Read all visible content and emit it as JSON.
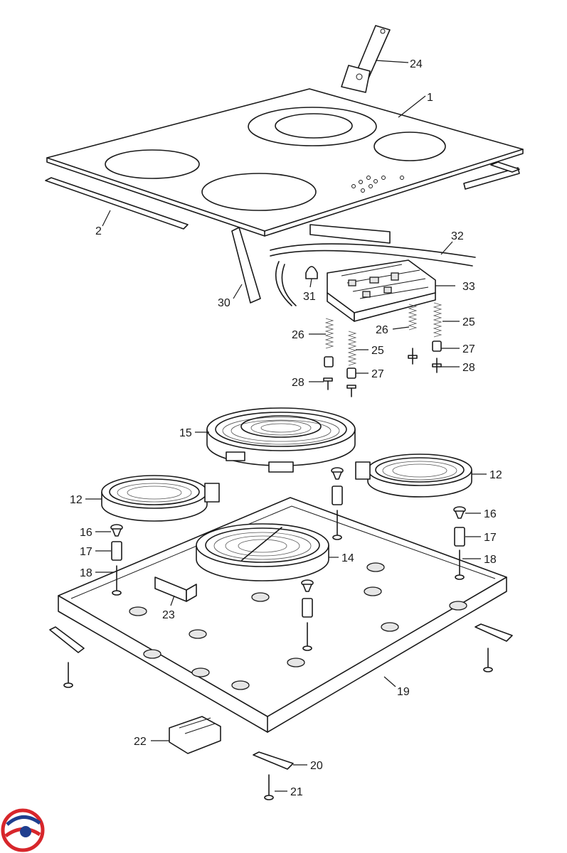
{
  "diagram": {
    "parts": [
      {
        "id": "p24",
        "label": "24"
      },
      {
        "id": "p1",
        "label": "1"
      },
      {
        "id": "p2",
        "label": "2"
      },
      {
        "id": "p32",
        "label": "32"
      },
      {
        "id": "p30",
        "label": "30"
      },
      {
        "id": "p31",
        "label": "31"
      },
      {
        "id": "p33",
        "label": "33"
      },
      {
        "id": "p26a",
        "label": "26"
      },
      {
        "id": "p26b",
        "label": "26"
      },
      {
        "id": "p25a",
        "label": "25"
      },
      {
        "id": "p25b",
        "label": "25"
      },
      {
        "id": "p27a",
        "label": "27"
      },
      {
        "id": "p27b",
        "label": "27"
      },
      {
        "id": "p28a",
        "label": "28"
      },
      {
        "id": "p28b",
        "label": "28"
      },
      {
        "id": "p15",
        "label": "15"
      },
      {
        "id": "p12a",
        "label": "12"
      },
      {
        "id": "p12b",
        "label": "12"
      },
      {
        "id": "p16a",
        "label": "16"
      },
      {
        "id": "p16b",
        "label": "16"
      },
      {
        "id": "p17a",
        "label": "17"
      },
      {
        "id": "p17b",
        "label": "17"
      },
      {
        "id": "p18a",
        "label": "18"
      },
      {
        "id": "p18b",
        "label": "18"
      },
      {
        "id": "p14",
        "label": "14"
      },
      {
        "id": "p23",
        "label": "23"
      },
      {
        "id": "p19",
        "label": "19"
      },
      {
        "id": "p22",
        "label": "22"
      },
      {
        "id": "p20",
        "label": "20"
      },
      {
        "id": "p21",
        "label": "21"
      }
    ],
    "logo_colors": {
      "red": "#d7262b",
      "blue": "#1f3f8f"
    }
  }
}
